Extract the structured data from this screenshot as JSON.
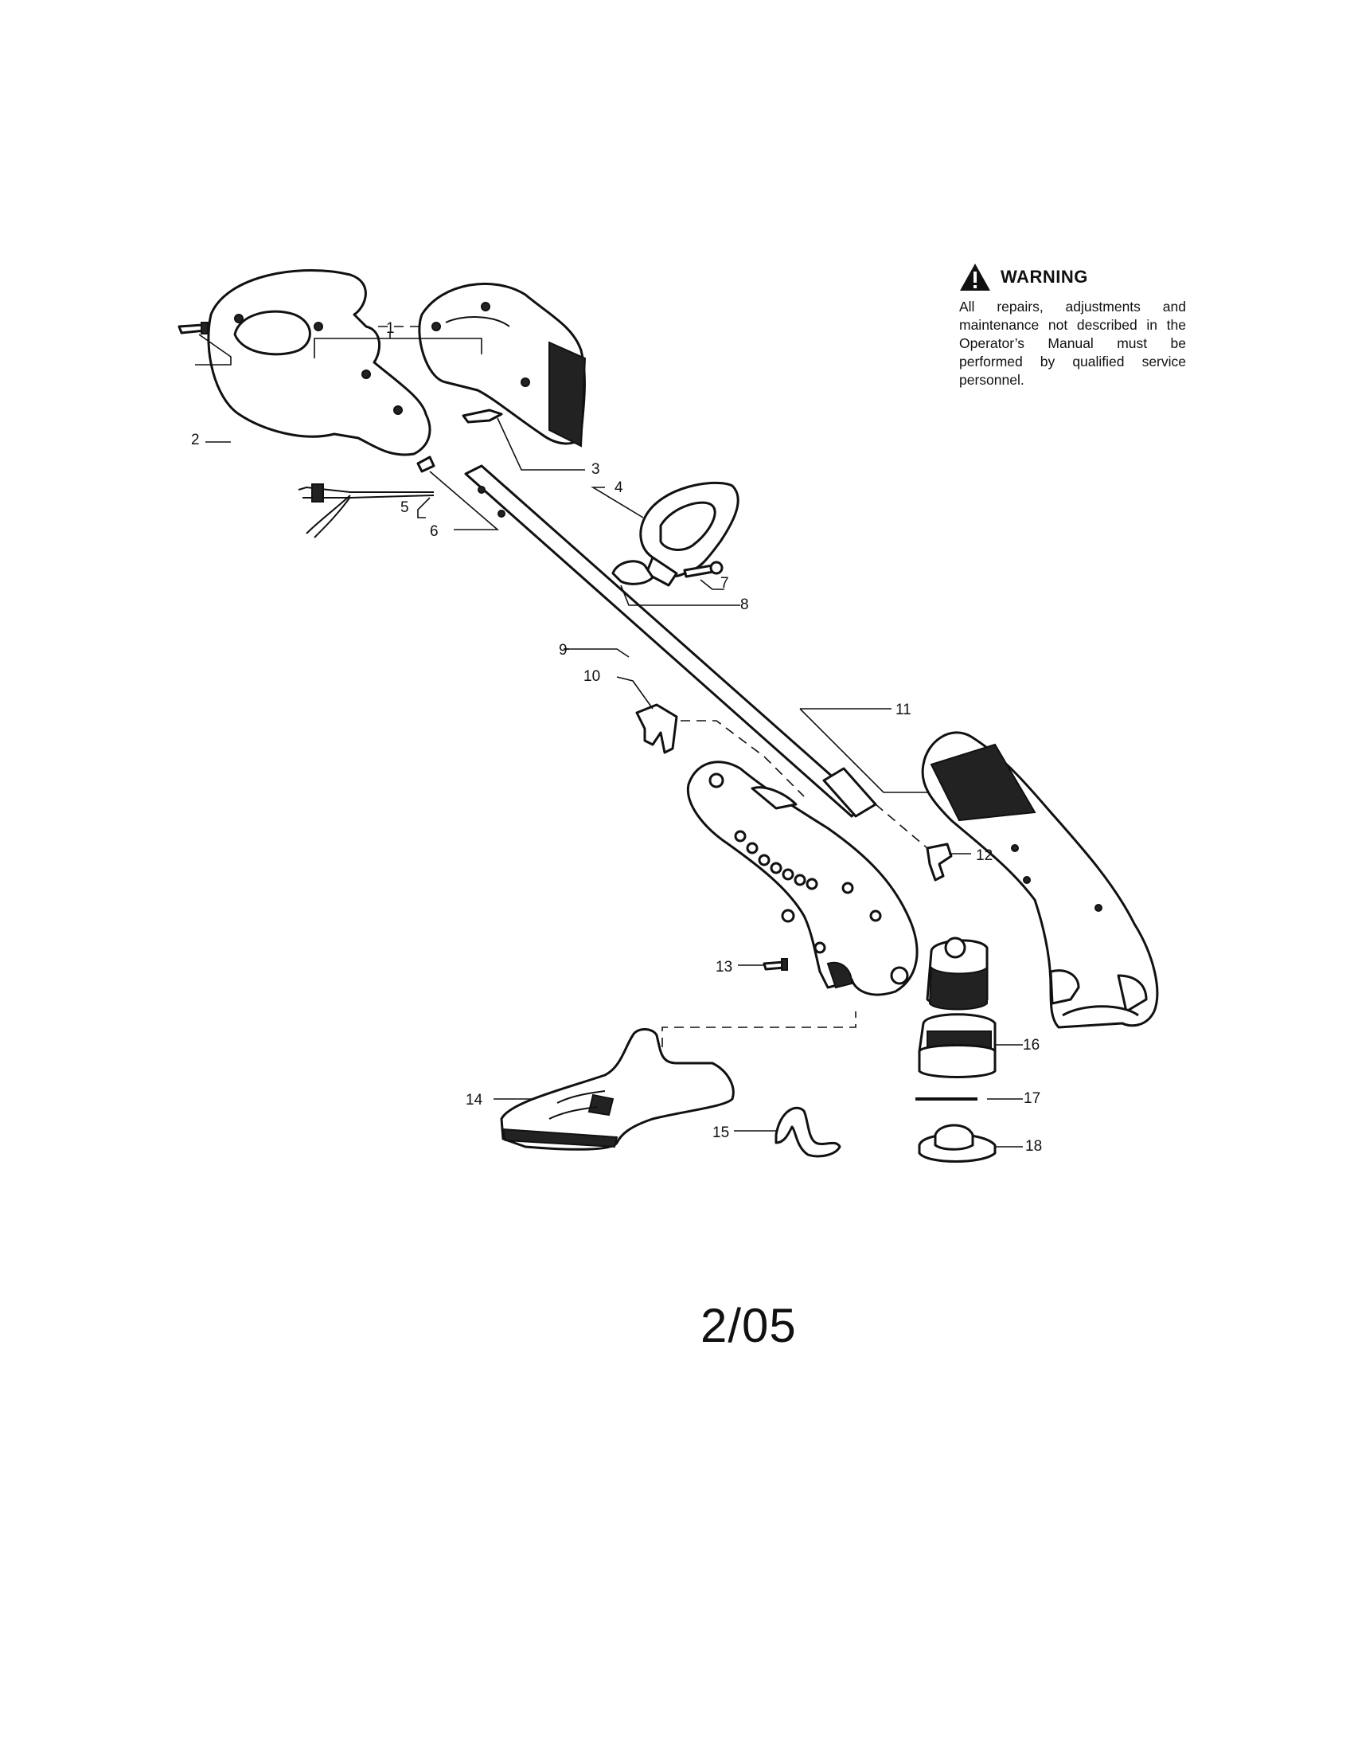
{
  "warning": {
    "title": "WARNING",
    "text": "All repairs, adjustments and maintenance not described in the Operator’s Manual must be performed by qualified service personnel.",
    "icon": "warning-triangle-icon"
  },
  "callouts": [
    "1",
    "2",
    "3",
    "4",
    "5",
    "6",
    "7",
    "8",
    "9",
    "10",
    "11",
    "12",
    "13",
    "14",
    "15",
    "16",
    "17",
    "18"
  ],
  "footer": {
    "code": "2/05"
  }
}
